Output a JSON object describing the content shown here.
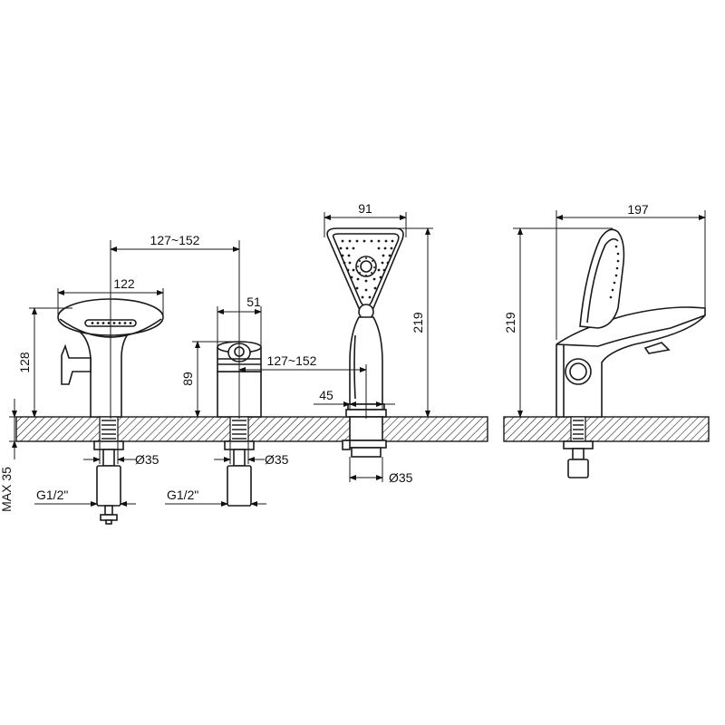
{
  "dimensions": {
    "spout_spacing": "127~152",
    "spout_width": "122",
    "spout_height": "128",
    "valve_width": "51",
    "valve_height": "89",
    "valve_spacing": "127~152",
    "shower_width": "91",
    "shower_height": "219",
    "shower_base_width": "45",
    "side_width": "197",
    "side_height": "219",
    "deck_max": "MAX 35",
    "hole_diameter_1": "Ø35",
    "hole_diameter_2": "Ø35",
    "hole_diameter_3": "Ø35",
    "thread_1": "G1/2\"",
    "thread_2": "G1/2\""
  },
  "views": [
    "spout-front-view",
    "valve-front-view",
    "hand-shower-front-view",
    "side-view"
  ]
}
